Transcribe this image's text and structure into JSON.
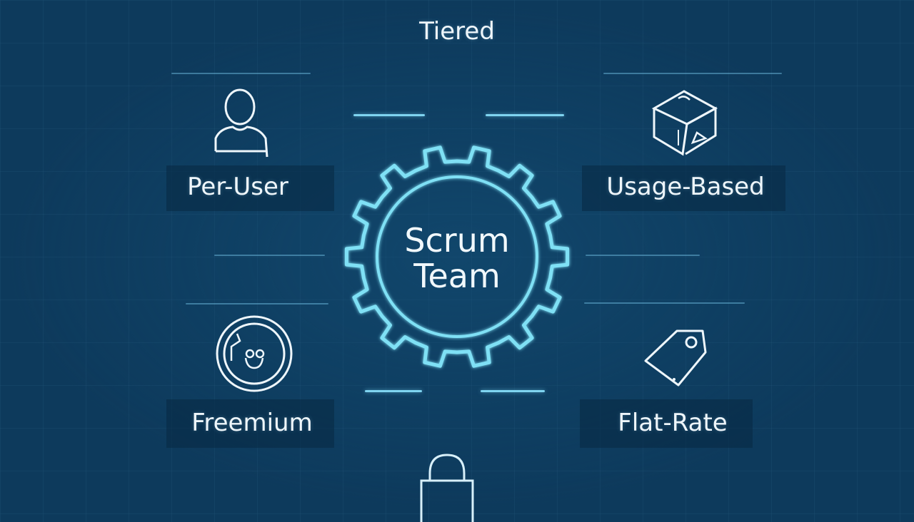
{
  "diagram": {
    "center": {
      "line1": "Scrum",
      "line2": "Team",
      "icon": "gear-icon"
    },
    "nodes": [
      {
        "id": "tiered",
        "label": "Tiered",
        "icon": "none"
      },
      {
        "id": "per-user",
        "label": "Per-User",
        "icon": "user-icon"
      },
      {
        "id": "usage-based",
        "label": "Usage-Based",
        "icon": "box-icon"
      },
      {
        "id": "freemium",
        "label": "Freemium",
        "icon": "face-circle-icon"
      },
      {
        "id": "flat-rate",
        "label": "Flat-Rate",
        "icon": "price-tag-icon"
      },
      {
        "id": "bottom",
        "label": "",
        "icon": "lock-icon"
      }
    ],
    "colors": {
      "background": "#0d3a5c",
      "accent": "#7fd4f0",
      "text": "#eef6fb"
    }
  }
}
